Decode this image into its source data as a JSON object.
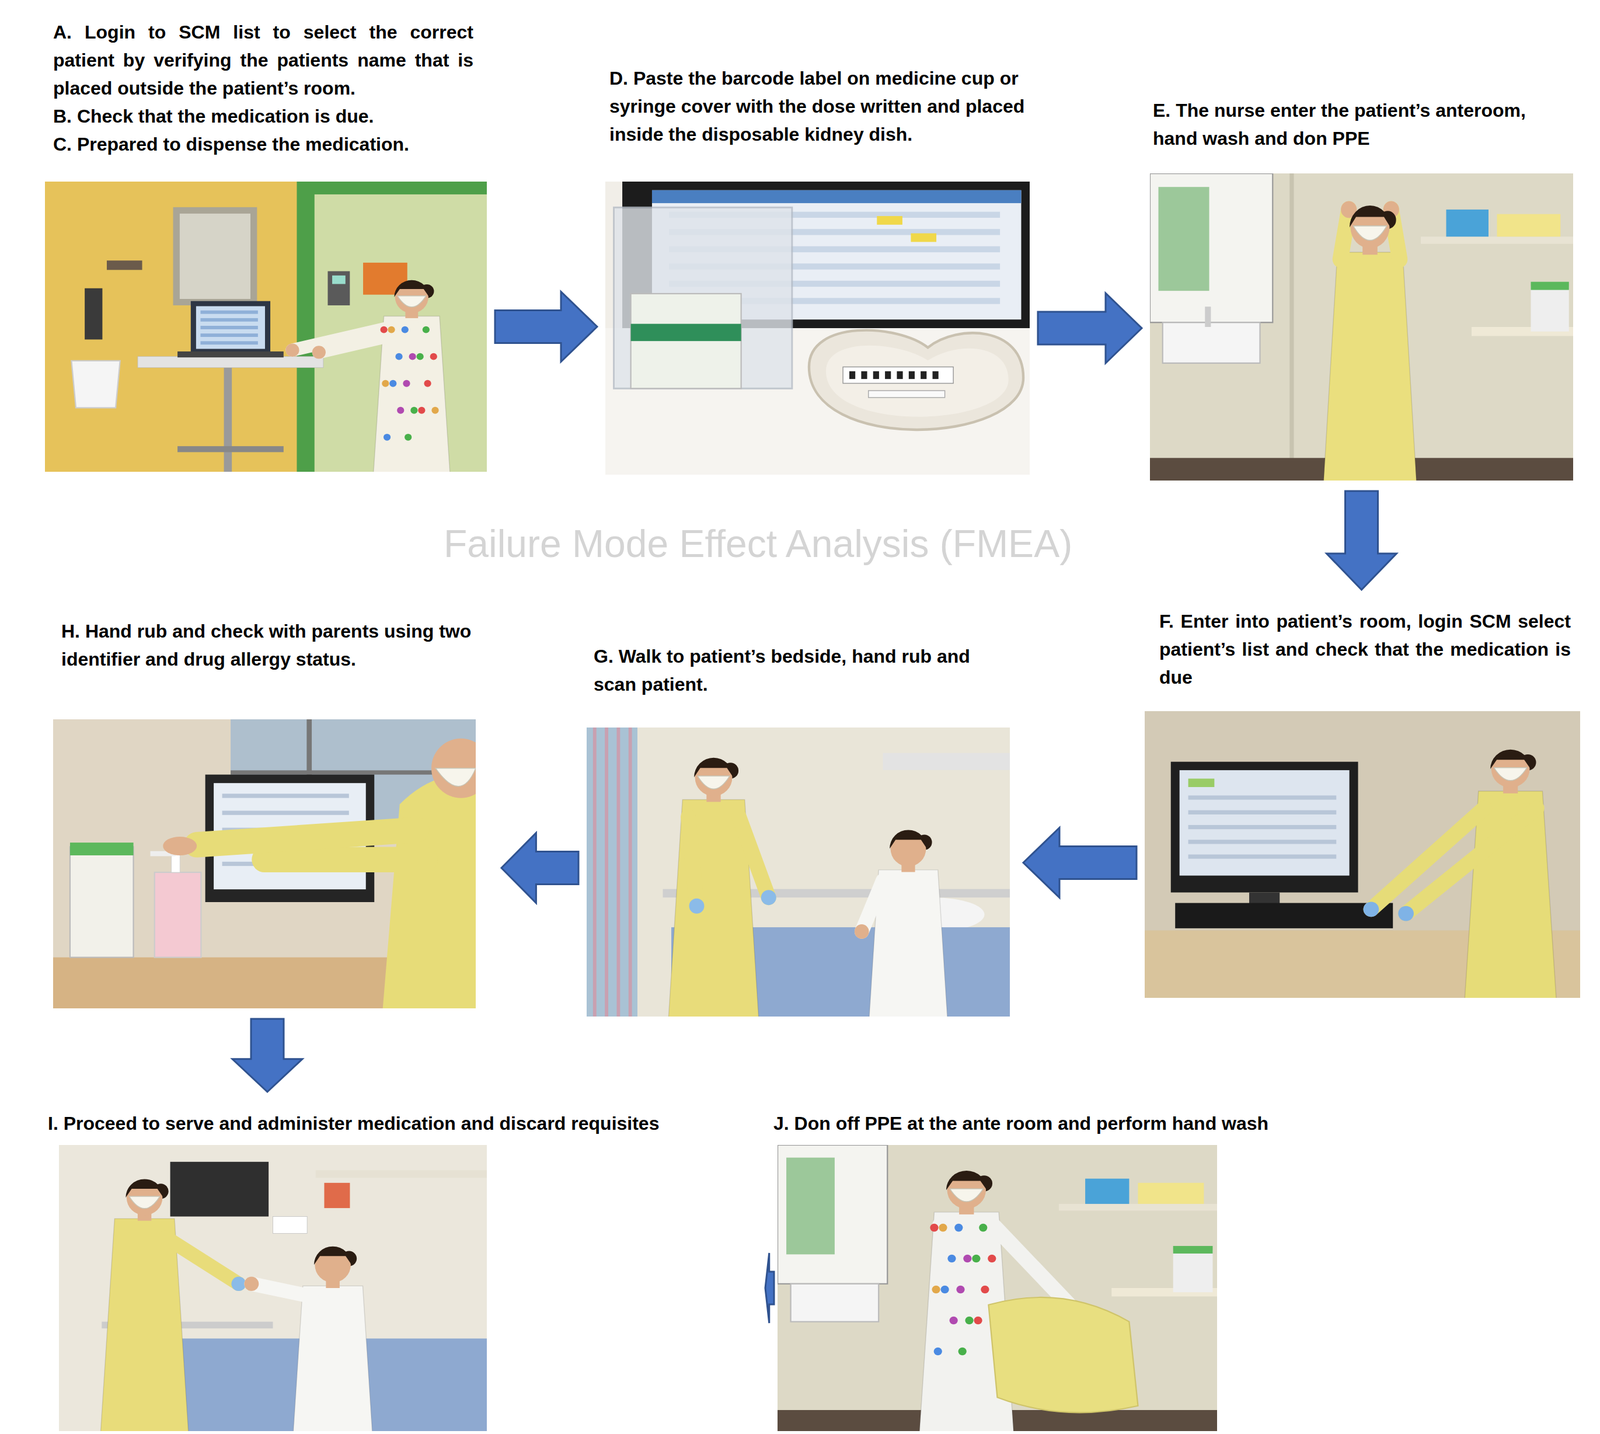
{
  "diagram": {
    "nodes": [
      {
        "text": [
          "A. Login to SCM list to select the correct patient by verifying the patients name that is placed outside the patient’s room.",
          "B. Check that the medication is due.",
          "C. Prepared to dispense the medication."
        ]
      },
      {
        "text": [
          "D. Paste the barcode label on medicine cup or syringe cover with the dose written and placed inside the disposable kidney dish."
        ]
      },
      {
        "text": [
          "E. The nurse enter the patient’s anteroom, hand wash and don PPE"
        ]
      },
      {
        "text": [
          "F. Enter into patient’s room, login SCM select patient’s list and check that the medication is due"
        ]
      },
      {
        "text": [
          "G. Walk to patient’s bedside, hand rub and scan patient."
        ]
      },
      {
        "text": [
          "H. Hand rub and check with parents using two identifier and drug allergy status."
        ]
      },
      {
        "text": [
          "I. Proceed to serve and administer medication and discard requisites"
        ]
      },
      {
        "text": [
          "J. Don off PPE at the ante room and perform hand wash"
        ]
      }
    ],
    "edges": [
      {
        "from": 0,
        "to": 1,
        "arrow": "to"
      },
      {
        "from": 1,
        "to": 2,
        "arrow": "to"
      },
      {
        "from": 2,
        "to": 3,
        "arrow": "to"
      },
      {
        "from": 3,
        "to": 4,
        "arrow": "to"
      },
      {
        "from": 4,
        "to": 5,
        "arrow": "to"
      },
      {
        "from": 5,
        "to": 6,
        "arrow": "to"
      },
      {
        "from": 6,
        "to": 7,
        "arrow": "to"
      }
    ],
    "labels": [
      "Failure Mode Effect Analysis (FMEA)"
    ]
  }
}
